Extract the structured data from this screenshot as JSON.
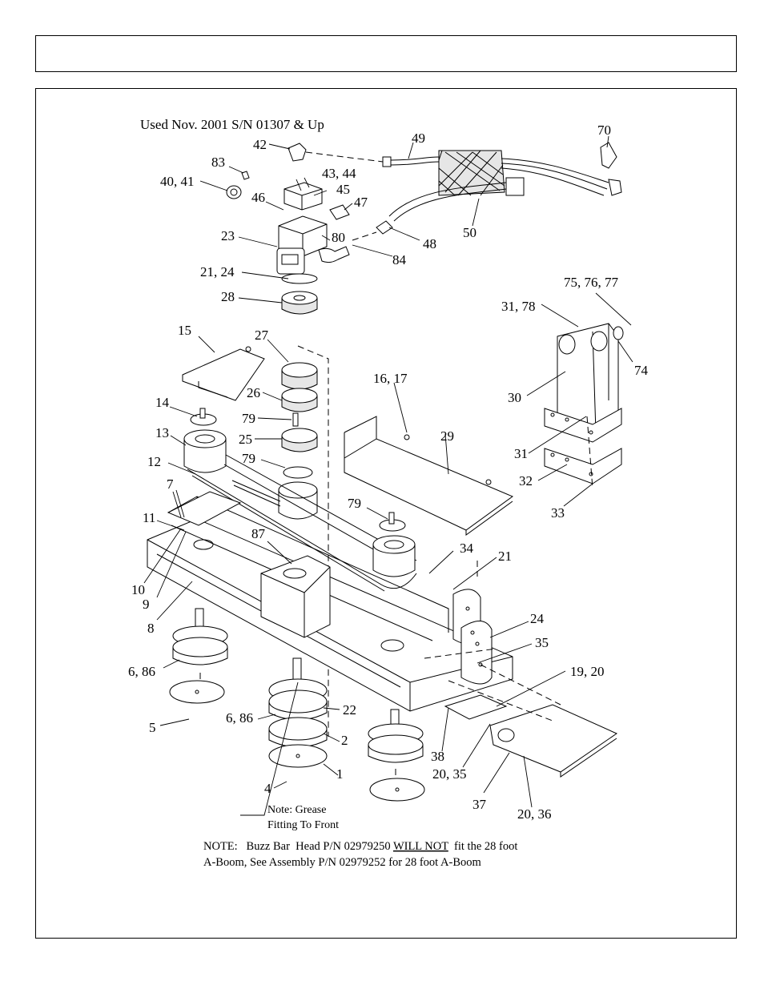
{
  "diagram": {
    "title": "Used Nov. 2001 S/N 01307 & Up",
    "callouts": {
      "c42": "42",
      "c49": "49",
      "c70": "70",
      "c83": "83",
      "c4344": "43, 44",
      "c4041": "40, 41",
      "c45": "45",
      "c46": "46",
      "c47": "47",
      "c23": "23",
      "c80": "80",
      "c48": "48",
      "c50": "50",
      "c84": "84",
      "c2124a": "21, 24",
      "c757677": "75, 76, 77",
      "c28": "28",
      "c3178": "31, 78",
      "c15": "15",
      "c27": "27",
      "c74": "74",
      "c1617": "16, 17",
      "c26": "26",
      "c30": "30",
      "c14": "14",
      "c79a": "79",
      "c29": "29",
      "c13": "13",
      "c25": "25",
      "c31": "31",
      "c12": "12",
      "c79b": "79",
      "c32": "32",
      "c7": "7",
      "c33": "33",
      "c79c": "79",
      "c11": "11",
      "c87": "87",
      "c34": "34",
      "c21": "21",
      "c10": "10",
      "c9": "9",
      "c8": "8",
      "c24": "24",
      "c35": "35",
      "c686a": "6, 86",
      "c1920": "19, 20",
      "c22": "22",
      "c5": "5",
      "c686b": "6, 86",
      "c2": "2",
      "c38": "38",
      "c2035": "20, 35",
      "c1": "1",
      "c4": "4",
      "c37": "37",
      "c2036": "20, 36"
    },
    "grease_note_line1": "Note: Grease",
    "grease_note_line2": "Fitting To Front",
    "footnote_prefix": "NOTE:   Buzz Bar  Head P/N 02979250 ",
    "footnote_emphasis": "WILL NOT",
    "footnote_suffix": "  fit the 28 foot",
    "footnote_line2": "A-Boom,  See Assembly P/N 02979252 for 28 foot A-Boom"
  }
}
